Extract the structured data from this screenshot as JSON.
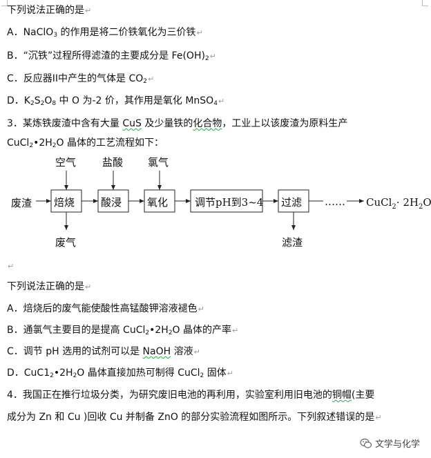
{
  "intro": "下列说法正确的是",
  "q_prev": {
    "a": {
      "p1": "A．NaClO",
      "s1": "3",
      "p2": " 的作用是将二价铁氧化为三价铁"
    },
    "b": {
      "p1": "B．“沉铁”过程所得滤渣的主要成分是 Fe(OH)",
      "s1": "2"
    },
    "c": {
      "p1": "C．反应器II中产生的气体是 CO",
      "s1": "2"
    },
    "d": {
      "p1": "D．K",
      "s1": "2",
      "p2": "S",
      "s2": "2",
      "p3": "O",
      "s3": "8",
      "p4": " 中 O 为-2 价，其作用是氧化 MnSO",
      "s4": "4"
    }
  },
  "q3": {
    "line1_a": "3．某炼铁废渣中含有大量 ",
    "line1_cus": "CuS",
    "line1_b": " 及少量铁的",
    "line1_wavy": "化合物",
    "line1_c": "，工业上以该废渣为原料生产",
    "line2": {
      "p1": "CuCl",
      "s1": "2",
      "p2": "•2H",
      "s2": "2",
      "p3": "O 晶体的工艺流程如下："
    },
    "flow": {
      "start": "废渣",
      "steps": [
        "焙烧",
        "酸浸",
        "氧化",
        "调节pH到3~4",
        "过滤"
      ],
      "inputs": [
        "空气",
        "盐酸",
        "氯气"
      ],
      "outputs": [
        "废气",
        "滤渣"
      ],
      "dots": "……",
      "product": {
        "p1": "CuCl",
        "s1": "2",
        "p2": "· 2H",
        "s2": "2",
        "p3": "O"
      }
    },
    "ask": "下列说法正确的是",
    "a": "A．焙烧后的废气能使酸性高锰酸钾溶液褪色",
    "b": {
      "p1": "B．通氯气主要目的是提高 CuCl",
      "s1": "2",
      "p2": "•2H",
      "s2": "2",
      "p3": "O 晶体的产率"
    },
    "c": {
      "p1": "C．调节 pH 选用的试剂可以是 ",
      "wavy": "NaOH",
      "p2": " 溶液"
    },
    "d": {
      "p1": "D．CuC1",
      "s1": "2",
      "p2": "•2H",
      "s2": "2",
      "p3": "O 晶体直接加热可制得 CuCl",
      "s3": "2",
      "p4": " 固体"
    }
  },
  "q4": {
    "line1_a": "4．我国正在推行垃圾分类，为研究废旧电池的再利用，实验室利用旧电池的",
    "line1_wavy": "铜帽",
    "line1_b": "(主要",
    "line2": "成分为 Zn 和 Cu )回收 Cu 并制备 ZnO 的部分实验流程如图所示。下列叙述错误的是"
  },
  "para_mark": "↵",
  "watermark": "文学与化学",
  "watermark_icon": "wechat-icon"
}
